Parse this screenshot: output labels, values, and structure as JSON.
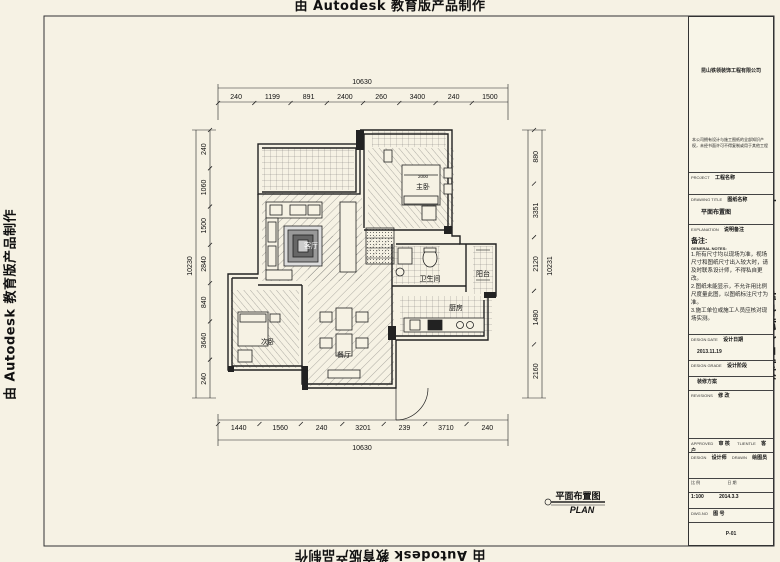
{
  "stamp": "由 Autodesk 教育版产品制作",
  "title_block": {
    "company": "昆山铁领装饰工程有限公司",
    "intro": "本公司拥有设计与施工图纸的全部知识产权，未经书面许可不得复制或用于其他工程",
    "project_label": "PROJECT",
    "project_value": "工程名称",
    "drawing_title_label": "DRAWING TITLE",
    "drawing_title_value": "图纸名称",
    "drawing_title_main": "平面布置图",
    "explanation_label": "EXPLANATION",
    "explanation_value": "说明备注",
    "notes_title": "备注:",
    "notes_sub": "GENERAL NOTES:",
    "notes": [
      "1.所有尺寸均以现场为准，视场尺寸和图纸尺寸出入较大时，请及时联系设计师，不得私自更改。",
      "2.图纸未能显示，不允许用比例尺度量此图，以图纸标注尺寸为准。",
      "3.施工单位或施工人员应核对现场实测。"
    ],
    "design_date_label": "DESIGN DATE",
    "design_date_value": "设计日期",
    "date": "2013.11.19",
    "design_grade_label": "DESIGN GRADE",
    "design_grade_value": "设计阶段",
    "design_grade_main": "装修方案",
    "revisions_label": "REVISIONS",
    "revisions_value": "修 改",
    "approved_label": "APPROVED",
    "approved_value": "审 核",
    "client_label": "TLIENTLE",
    "client_value": "客 户",
    "design_label": "DESIGN",
    "design_value": "设计师",
    "drawn_label": "DRAWN",
    "drawn_value": "绘图员",
    "scale_label": "比 例",
    "date2_label": "日 期",
    "scale": "1:100",
    "date2": "2014.3.3",
    "dwg_no_label": "DWG.NO",
    "dwg_no_value": "图 号",
    "page": "P-01"
  },
  "plan": {
    "top_total": "10630",
    "top_segments": [
      "240",
      "1199",
      "891",
      "2400",
      "260",
      "3400",
      "240",
      "1500"
    ],
    "bottom_segments": [
      "1440",
      "1560",
      "240",
      "3201",
      "239",
      "3710",
      "240"
    ],
    "bottom_total": "10630",
    "left_segments": [
      "240",
      "1060",
      "1500",
      "2840",
      "840",
      "3640",
      "240"
    ],
    "left_total": "10230",
    "right_segments": [
      "880",
      "3351",
      "2120",
      "1480",
      "2160"
    ],
    "right_total": "10231",
    "rooms": {
      "master": "主卧",
      "living": "客厅",
      "second": "次卧",
      "dining": "餐厅",
      "bath": "卫生间",
      "balcony": "阳台",
      "kitchen": "厨房",
      "bed_size": "2000"
    },
    "caption_cn": "平面布置图",
    "caption_en": "PLAN"
  },
  "colors": {
    "background": "#f6f2e4",
    "line": "#222222"
  }
}
